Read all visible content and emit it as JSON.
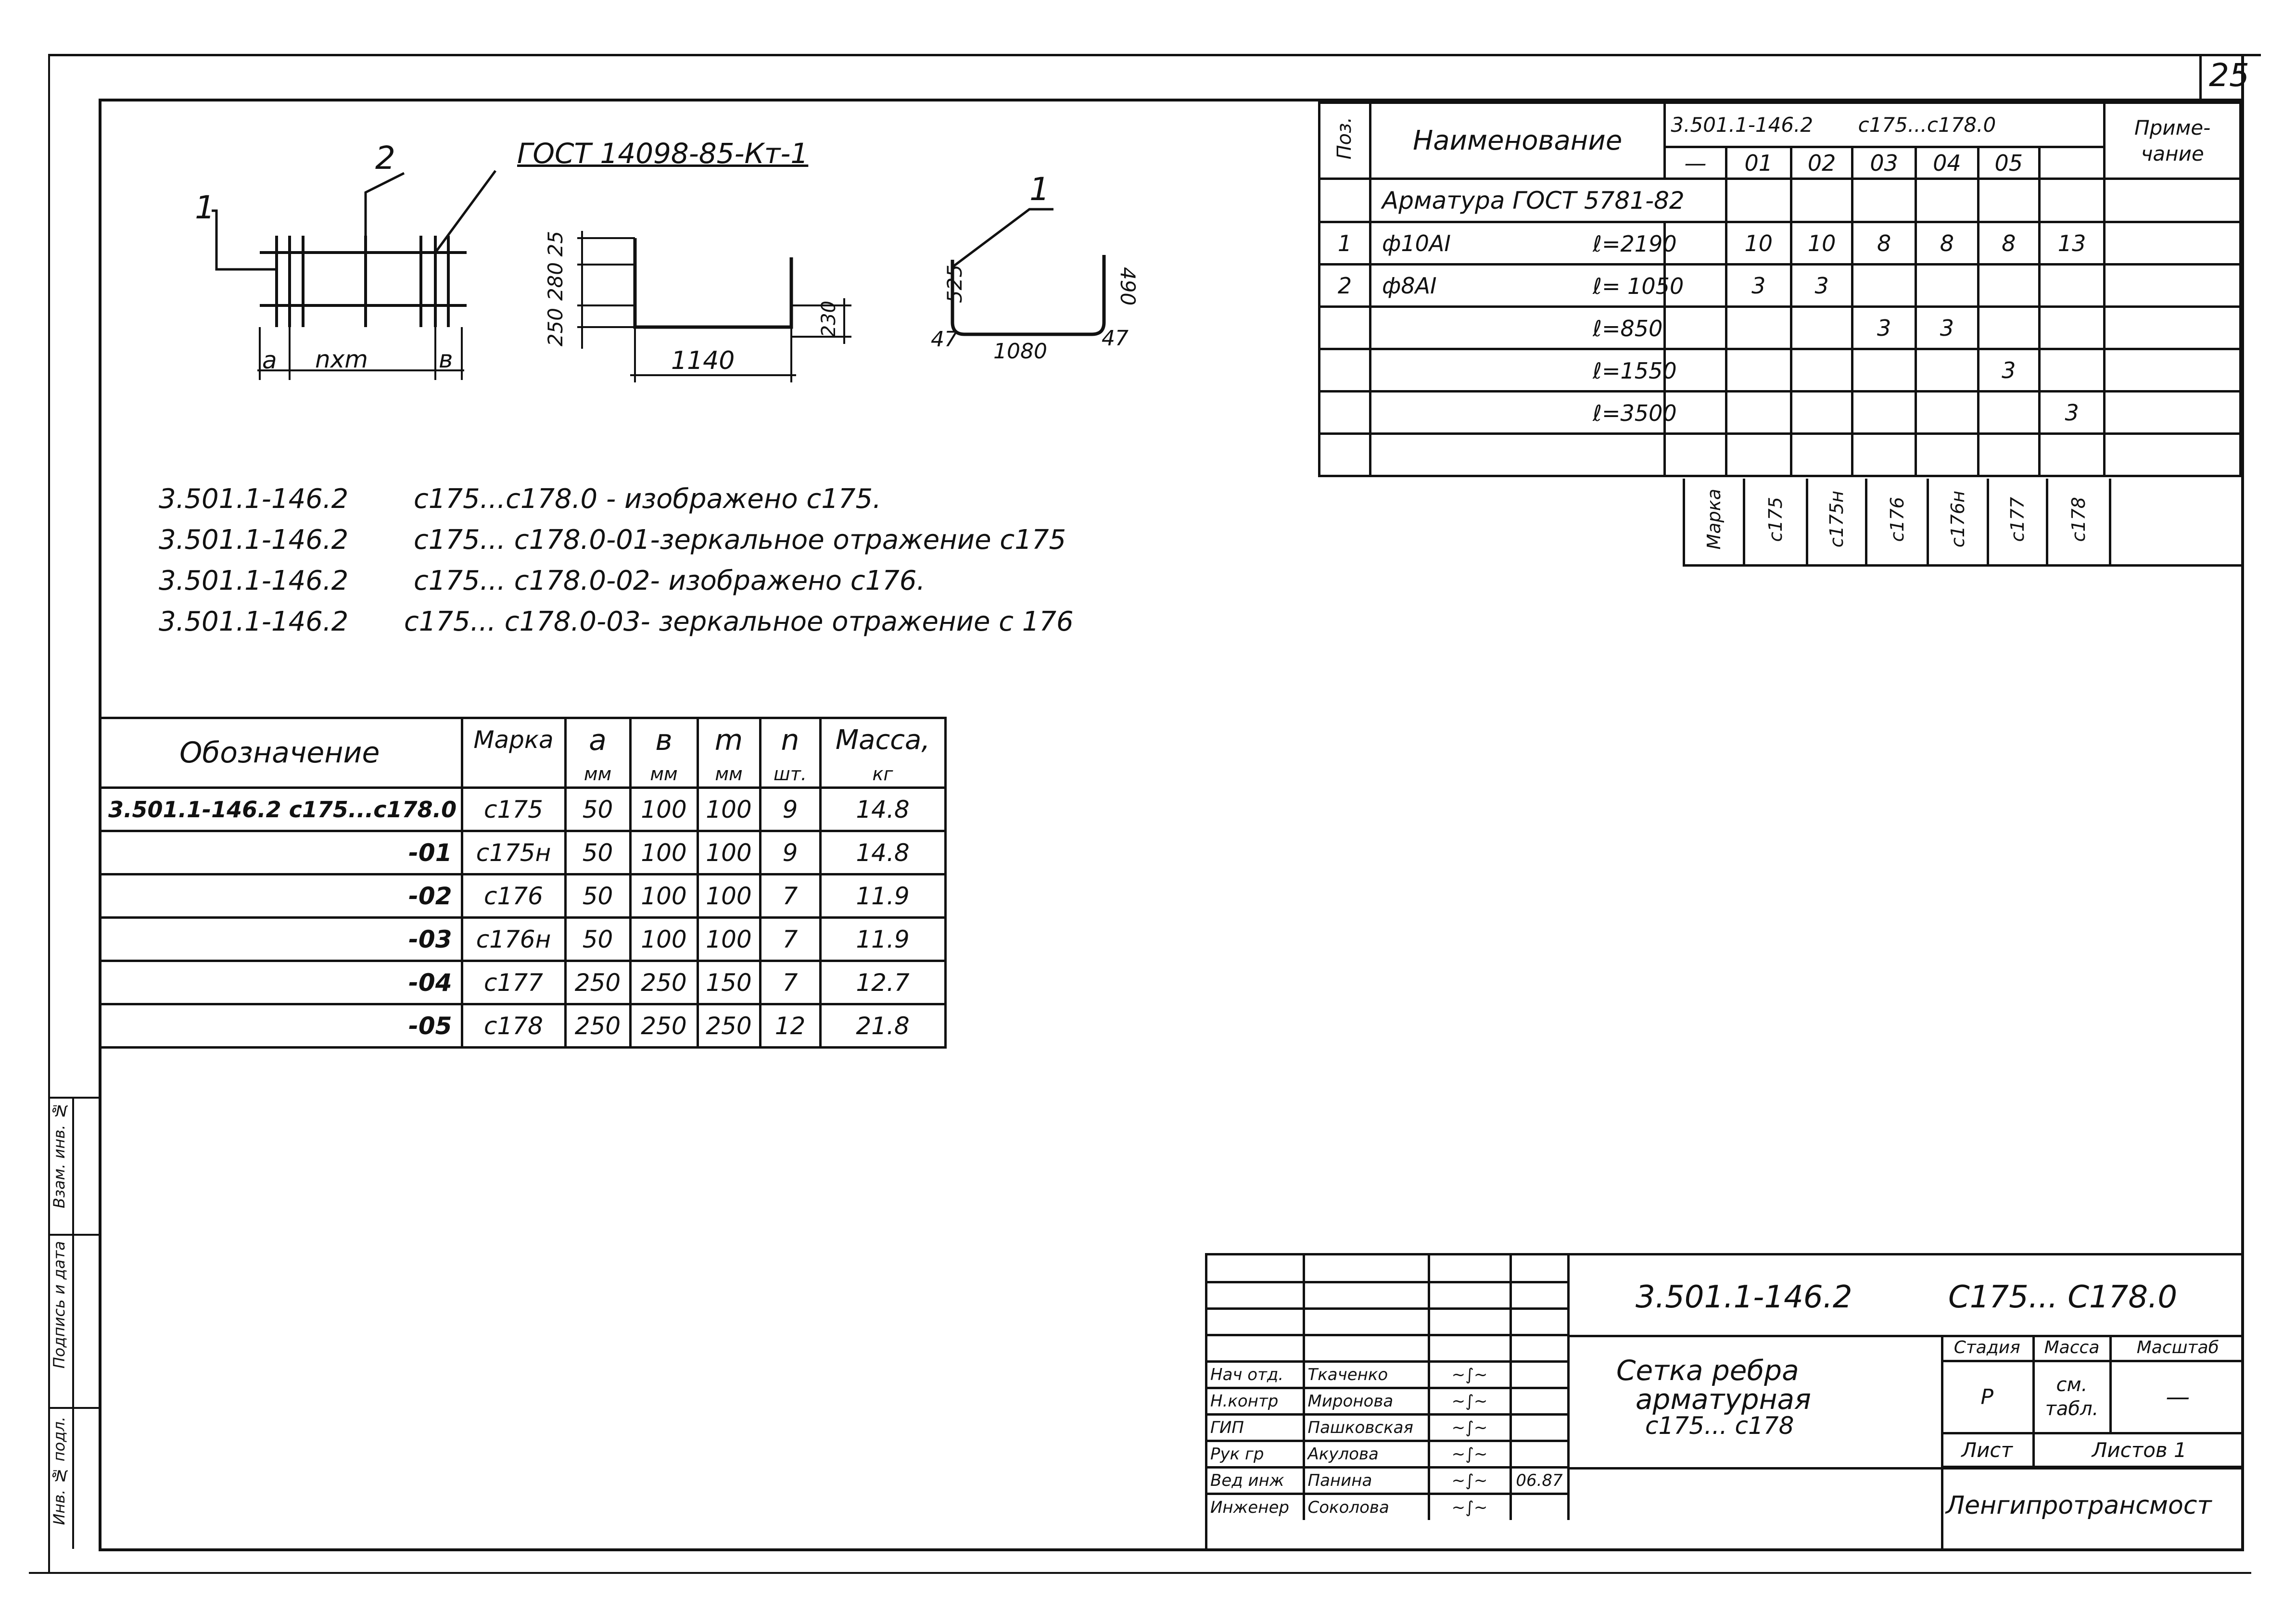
{
  "page_number": "25",
  "drawing": {
    "label_1": "1",
    "label_2": "2",
    "gost_callout": "ГОСТ 14098-85-Кт-1",
    "dim_a": "а",
    "dim_nxm": "nхm",
    "dim_b": "в",
    "dim_25": "25",
    "dim_280": "280",
    "dim_250": "250",
    "dim_1140": "1140",
    "dim_230": "230",
    "bar_label": "1",
    "dim_525": "525",
    "dim_490": "490",
    "dim_47_left": "47",
    "dim_1080": "1080",
    "dim_47_right": "47"
  },
  "notes": [
    {
      "code": "3.501.1-146.2",
      "text": "с175...с178.0 -  изображено  с175."
    },
    {
      "code": "3.501.1-146.2",
      "text": "с175... с178.0-01-зеркальное отражение с175"
    },
    {
      "code": "3.501.1-146.2",
      "text": "с175... с178.0-02- изображено с176."
    },
    {
      "code": "3.501.1-146.2",
      "text": "с175... с178.0-03- зеркальное отражение с 176"
    }
  ],
  "spec_table": {
    "pos_header": "Поз.",
    "name_header": "Наименование",
    "doc_code": "3.501.1-146.2",
    "doc_range": "с175...с178.0",
    "note_header": "Приме-чание",
    "variants": [
      "—",
      "01",
      "02",
      "03",
      "04",
      "05"
    ],
    "section_title": "Арматура ГОСТ 5781-82",
    "rows": [
      {
        "pos": "1",
        "name": "ф10АI",
        "len": "ℓ=2190",
        "q": [
          "10",
          "10",
          "8",
          "8",
          "8",
          "13"
        ]
      },
      {
        "pos": "2",
        "name": "ф8АI",
        "len": "ℓ= 1050",
        "q": [
          "3",
          "3",
          "",
          "",
          "",
          ""
        ]
      },
      {
        "pos": "",
        "name": "",
        "len": "ℓ=850",
        "q": [
          "",
          "",
          "3",
          "3",
          "",
          ""
        ]
      },
      {
        "pos": "",
        "name": "",
        "len": "ℓ=1550",
        "q": [
          "",
          "",
          "",
          "",
          "3",
          ""
        ]
      },
      {
        "pos": "",
        "name": "",
        "len": "ℓ=3500",
        "q": [
          "",
          "",
          "",
          "",
          "",
          "3"
        ]
      }
    ],
    "marka_label": "Марка",
    "marks": [
      "с175",
      "с175н",
      "с176",
      "с176н",
      "с177",
      "с178"
    ]
  },
  "mark_table": {
    "headers": {
      "designation": "Обозначение",
      "marka": "Марка",
      "a": "а",
      "a_unit": "мм",
      "b": "в",
      "b_unit": "мм",
      "m": "m",
      "m_unit": "мм",
      "n": "n",
      "n_unit": "шт.",
      "mass": "Масса,",
      "mass_unit": "кг"
    },
    "rows": [
      {
        "designation": "3.501.1-146.2    с175...с178.0",
        "marka": "с175",
        "a": "50",
        "b": "100",
        "m": "100",
        "n": "9",
        "mass": "14.8"
      },
      {
        "designation": "-01",
        "marka": "с175н",
        "a": "50",
        "b": "100",
        "m": "100",
        "n": "9",
        "mass": "14.8"
      },
      {
        "designation": "-02",
        "marka": "с176",
        "a": "50",
        "b": "100",
        "m": "100",
        "n": "7",
        "mass": "11.9"
      },
      {
        "designation": "-03",
        "marka": "с176н",
        "a": "50",
        "b": "100",
        "m": "100",
        "n": "7",
        "mass": "11.9"
      },
      {
        "designation": "-04",
        "marka": "с177",
        "a": "250",
        "b": "250",
        "m": "150",
        "n": "7",
        "mass": "12.7"
      },
      {
        "designation": "-05",
        "marka": "с178",
        "a": "250",
        "b": "250",
        "m": "250",
        "n": "12",
        "mass": "21.8"
      }
    ]
  },
  "side_stamp": [
    "Инв. № подл.",
    "Подпись и дата",
    "Взам. инв. №"
  ],
  "title_block": {
    "doc_code": "3.501.1-146.2",
    "doc_range": "С175... С178.0",
    "title": [
      "Сетка  ребра",
      "арматурная",
      "с175... с178"
    ],
    "stage_header": "Стадия",
    "mass_header": "Масса",
    "scale_header": "Масштаб",
    "stage_value": "Р",
    "mass_value": "см. табл.",
    "scale_value": "—",
    "sheet_label": "Лист",
    "sheets_label": "Листов 1",
    "organization": "Ленгипротрансмост",
    "date": "06.87",
    "staff": [
      {
        "role": "Нач отд.",
        "name": "Ткаченко"
      },
      {
        "role": "Н.контр",
        "name": "Миронова"
      },
      {
        "role": "ГИП",
        "name": "Пашковская"
      },
      {
        "role": "Рук гр",
        "name": "Акулова"
      },
      {
        "role": "Вед инж",
        "name": "Панина"
      },
      {
        "role": "Инженер",
        "name": "Соколова"
      }
    ]
  }
}
